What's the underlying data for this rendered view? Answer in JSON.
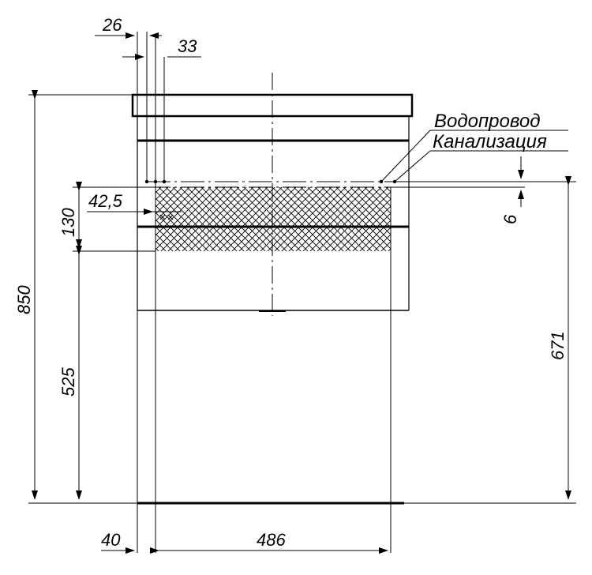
{
  "labels": {
    "water_supply": "Водопровод",
    "sewer": "Канализация"
  },
  "dimensions": {
    "total_height": "850",
    "drain_height": "525",
    "supply_height": "671",
    "hatch_band_height": "130",
    "left_offset_26": "26",
    "left_offset_33": "33",
    "inner_offset": "42,5",
    "gap_6": "6",
    "left_inset": "40",
    "inner_width": "486"
  },
  "colors": {
    "line": "#000000",
    "hatch": "#000000",
    "background": "#ffffff"
  }
}
